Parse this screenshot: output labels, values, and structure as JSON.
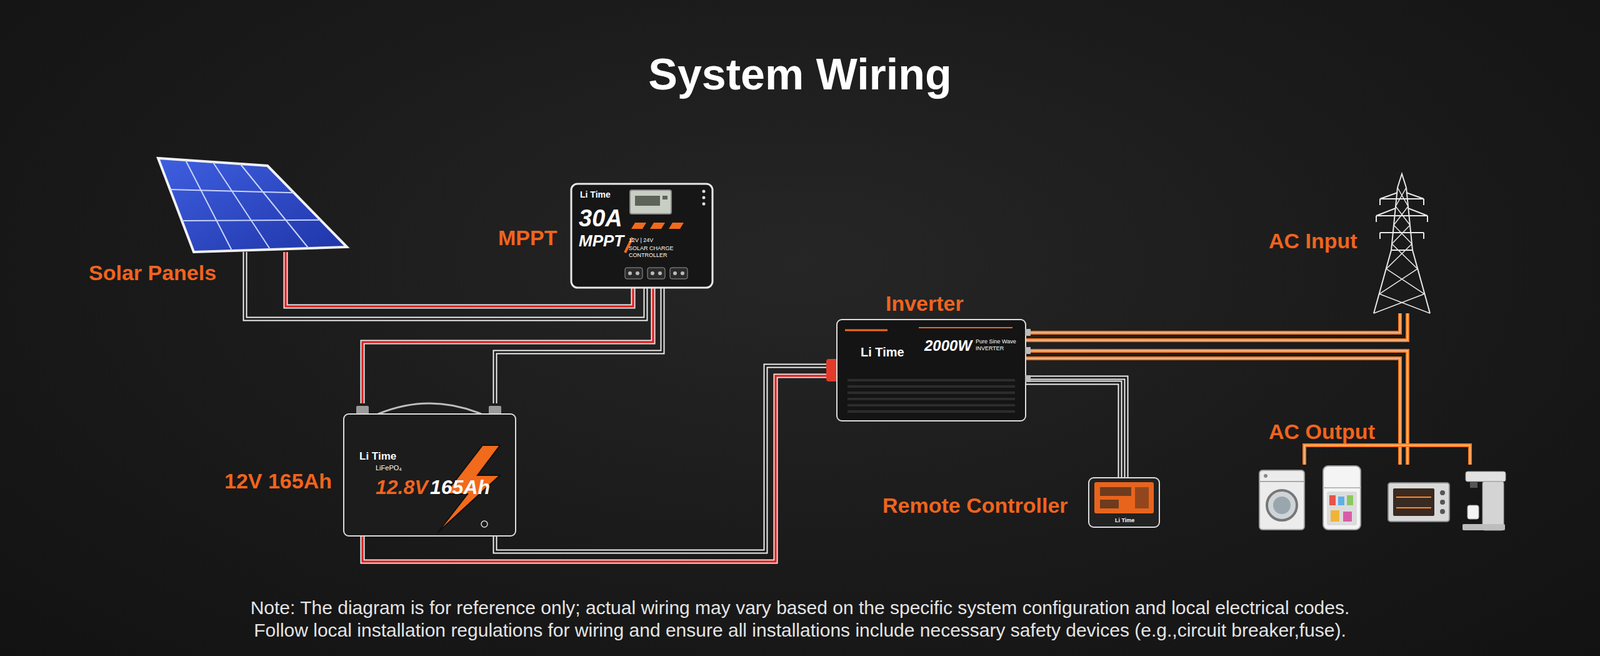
{
  "diagram": {
    "title": "System Wiring",
    "nodes": [
      {
        "text": [
          "Solar Panels"
        ]
      },
      {
        "text": [
          "MPPT",
          "Li Time",
          "30A",
          "MPPT",
          "12V | 24V",
          "SOLAR CHARGE CONTROLLER"
        ]
      },
      {
        "text": [
          "12V 165Ah",
          "Li Time",
          "LiFePO₄",
          "12.8V",
          "165Ah"
        ]
      },
      {
        "text": [
          "Inverter",
          "Li Time",
          "2000W",
          "Pure Sine Wave INVERTER"
        ]
      },
      {
        "text": [
          "Remote Controller",
          "Li Time"
        ]
      },
      {
        "text": [
          "AC Input"
        ]
      },
      {
        "text": [
          "AC Output"
        ]
      }
    ],
    "edges": [
      {
        "from": 0,
        "to": 1,
        "arrow": "none"
      },
      {
        "from": 1,
        "to": 2,
        "arrow": "none"
      },
      {
        "from": 2,
        "to": 3,
        "arrow": "none"
      },
      {
        "from": 3,
        "to": 5,
        "arrow": "none"
      },
      {
        "from": 3,
        "to": 6,
        "arrow": "none"
      },
      {
        "from": 3,
        "to": 4,
        "arrow": "none"
      }
    ],
    "labels": [
      "Note: The diagram is for reference only; actual wiring may vary based on the specific system configuration and local electrical codes.",
      "Follow local installation regulations for wiring and ensure all installations include necessary safety devices (e.g.,circuit breaker,fuse)."
    ]
  }
}
